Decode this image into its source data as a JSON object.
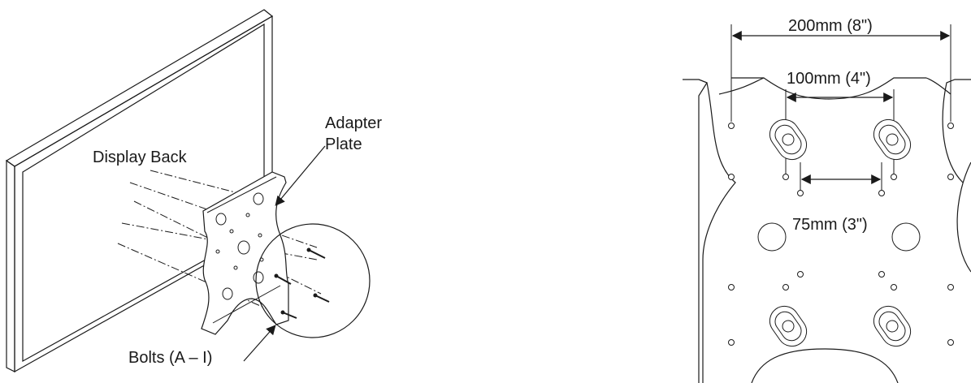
{
  "left_figure": {
    "display_back_label": "Display Back",
    "adapter_plate_label_line1": "Adapter",
    "adapter_plate_label_line2": "Plate",
    "bolts_label": "Bolts (A – I)"
  },
  "right_figure": {
    "dimension_200": "200mm (8\")",
    "dimension_100": "100mm (4\")",
    "dimension_75": "75mm (3\")"
  }
}
